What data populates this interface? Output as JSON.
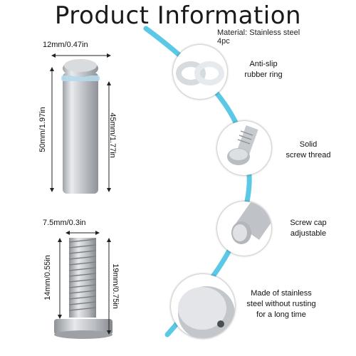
{
  "title": "Product Information",
  "material": "Material: Stainless steel",
  "quantity": "4pc",
  "standoff": {
    "diameter": "12mm/0.47in",
    "total_length": "50mm/1.97in",
    "body_length": "45mm/1.77in"
  },
  "screw": {
    "diameter": "7.5mm/0.3in",
    "thread_length": "14mm/0.55in",
    "total_length": "19mm/0.75in"
  },
  "features": [
    {
      "line1": "Anti-slip",
      "line2": "rubber ring",
      "line3": ""
    },
    {
      "line1": "Solid",
      "line2": "screw thread",
      "line3": ""
    },
    {
      "line1": "Screw cap",
      "line2": "adjustable",
      "line3": ""
    },
    {
      "line1": "Made of stainless",
      "line2": "steel without rusting",
      "line3": "for a long time"
    }
  ],
  "colors": {
    "accent_curve": "#5bc8e6",
    "metal": "#c9ccd0",
    "text": "#111111"
  }
}
